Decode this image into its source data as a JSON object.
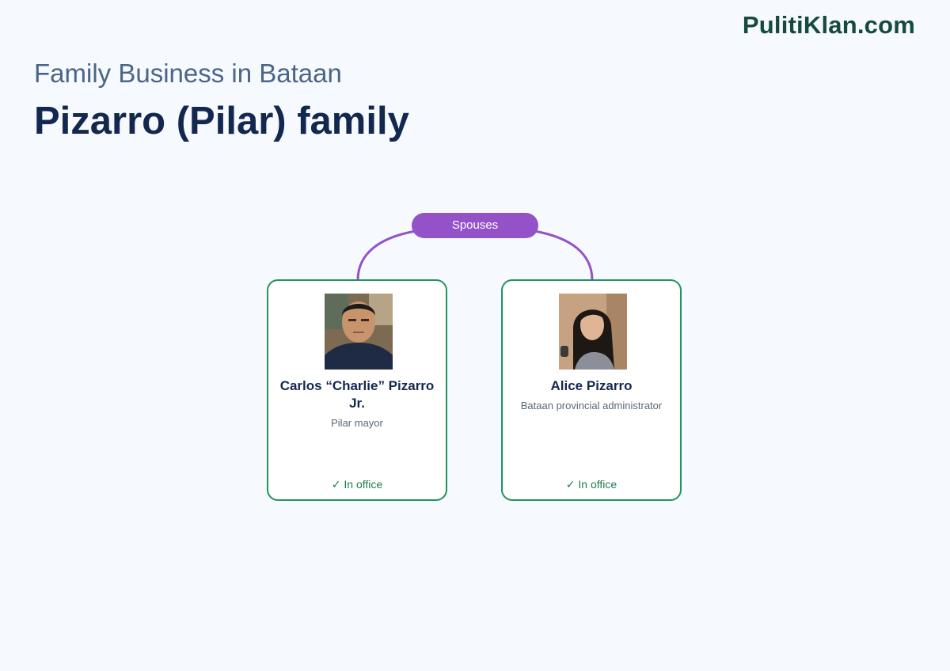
{
  "brand": "PulitiKlan.com",
  "subtitle": "Family Business in Bataan",
  "title": "Pizarro (Pilar) family",
  "relationship": {
    "label": "Spouses",
    "color": "#9452c8"
  },
  "members": [
    {
      "name": "Carlos “Charlie” Pizarro Jr.",
      "role": "Pilar mayor",
      "status": "✓ In office"
    },
    {
      "name": "Alice Pizarro",
      "role": "Bataan provincial administrator",
      "status": "✓ In office"
    }
  ],
  "colors": {
    "card_border": "#22945c",
    "title": "#13284f",
    "brand": "#164a3f"
  }
}
